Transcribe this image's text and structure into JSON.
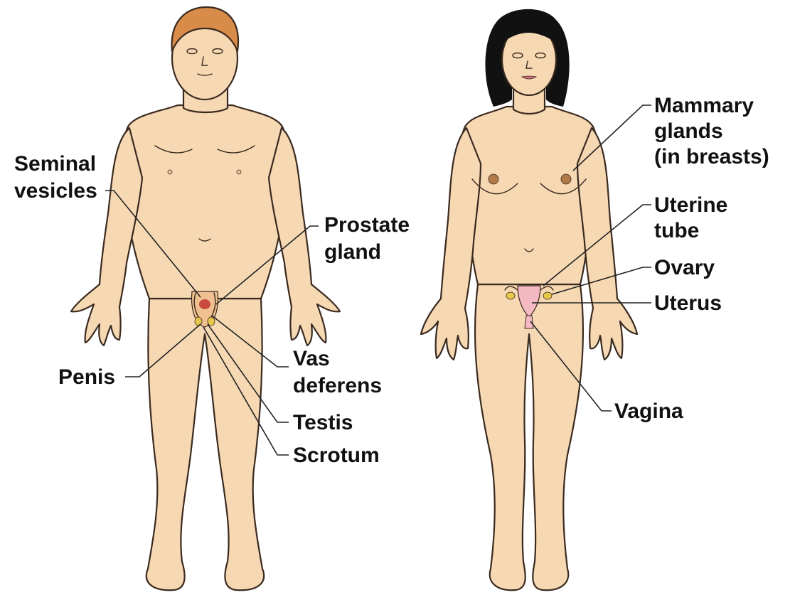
{
  "colors": {
    "skin": "#f6d8b3",
    "skin_shade": "#eec59a",
    "outline": "#3a2a20",
    "male_hair": "#d98c4a",
    "female_hair": "#111111",
    "areola": "#b27a49",
    "uterus": "#f4b9c2",
    "ovary": "#e8c84a",
    "prostate": "#c94a3f",
    "label_text": "#111111"
  },
  "male": {
    "labels": {
      "seminal_vesicles": [
        "Seminal",
        "vesicles"
      ],
      "prostate_gland": [
        "Prostate",
        "gland"
      ],
      "penis": [
        "Penis"
      ],
      "vas_deferens": [
        "Vas",
        "deferens"
      ],
      "testis": [
        "Testis"
      ],
      "scrotum": [
        "Scrotum"
      ]
    }
  },
  "female": {
    "labels": {
      "mammary_glands": [
        "Mammary",
        "glands",
        "(in breasts)"
      ],
      "uterine_tube": [
        "Uterine",
        "tube"
      ],
      "ovary": [
        "Ovary"
      ],
      "uterus": [
        "Uterus"
      ],
      "vagina": [
        "Vagina"
      ]
    }
  }
}
